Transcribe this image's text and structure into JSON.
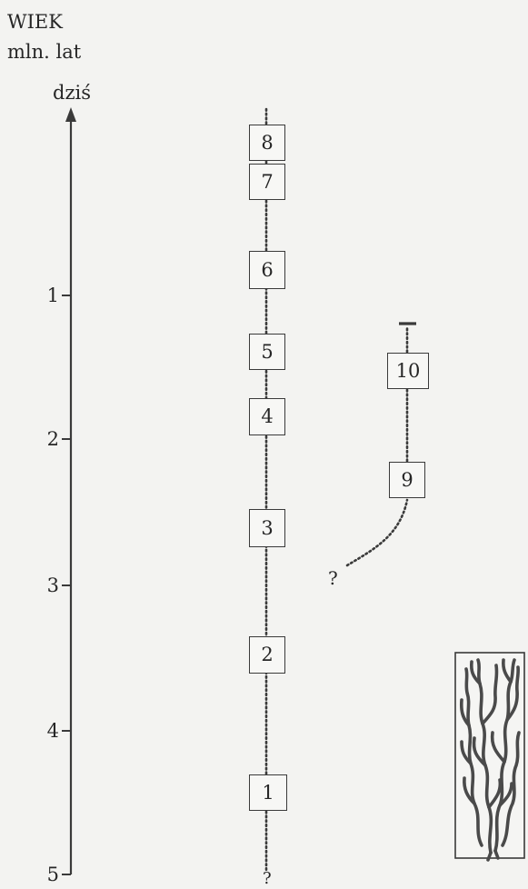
{
  "header": {
    "line1": "WIEK",
    "line2": "mln. lat"
  },
  "axis": {
    "top_label": "dziś",
    "ticks": [
      "1",
      "2",
      "3",
      "4",
      "5"
    ]
  },
  "main_lineage": {
    "boxes": [
      "1",
      "2",
      "3",
      "4",
      "5",
      "6",
      "7",
      "8"
    ],
    "bottom_mark": "?"
  },
  "side_lineage": {
    "boxes": [
      "9",
      "10"
    ],
    "origin_mark": "?"
  },
  "inset": {
    "icon": "branching-bush-icon"
  },
  "colors": {
    "line": "#3a3a3a",
    "background": "#f3f3f1",
    "bush": "#4a4a4a"
  }
}
